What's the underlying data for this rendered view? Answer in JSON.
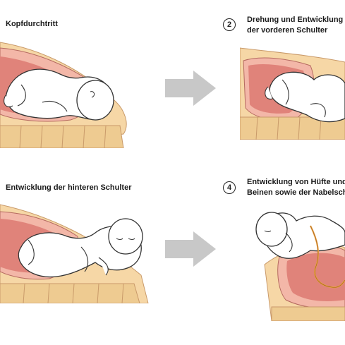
{
  "steps": [
    {
      "number": "",
      "title_line1": "Kopfdurchtritt",
      "title_line2": ""
    },
    {
      "number": "2",
      "title_line1": "Drehung und Entwicklung",
      "title_line2": "der vorderen Schulter"
    },
    {
      "number": "",
      "title_line1": "Entwicklung der hinteren Schulter",
      "title_line2": ""
    },
    {
      "number": "4",
      "title_line1": "Entwicklung von Hüfte und",
      "title_line2": "Beinen sowie der Nabelschnur"
    }
  ],
  "colors": {
    "uterus_outer": "#f3b7a8",
    "uterus_inner": "#e0837a",
    "fat_layer": "#f6d7a6",
    "spine": "#eecb91",
    "skin": "#ffffff",
    "outline": "#333333",
    "arrow": "#c8c8c8",
    "cord": "#e8a040"
  }
}
